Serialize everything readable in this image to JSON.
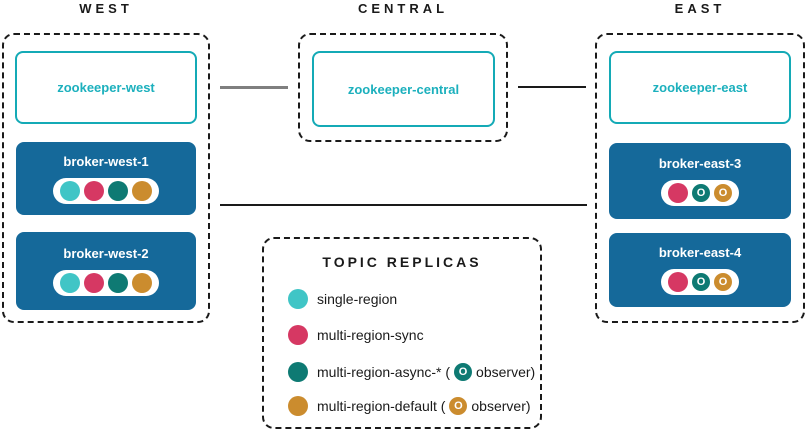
{
  "diagram": {
    "regions": [
      {
        "title": "WEST",
        "zookeeper": "zookeeper-west",
        "brokers": [
          {
            "name": "broker-west-1",
            "dots": [
              {
                "type": "single-region"
              },
              {
                "type": "multi-region-sync"
              },
              {
                "type": "multi-region-async"
              },
              {
                "type": "multi-region-default"
              }
            ]
          },
          {
            "name": "broker-west-2",
            "dots": [
              {
                "type": "single-region"
              },
              {
                "type": "multi-region-sync"
              },
              {
                "type": "multi-region-async"
              },
              {
                "type": "multi-region-default"
              }
            ]
          }
        ]
      },
      {
        "title": "CENTRAL",
        "zookeeper": "zookeeper-central",
        "brokers": []
      },
      {
        "title": "EAST",
        "zookeeper": "zookeeper-east",
        "brokers": [
          {
            "name": "broker-east-3",
            "dots": [
              {
                "type": "multi-region-sync"
              },
              {
                "type": "multi-region-async",
                "letter": "O"
              },
              {
                "type": "multi-region-default",
                "letter": "O"
              }
            ]
          },
          {
            "name": "broker-east-4",
            "dots": [
              {
                "type": "multi-region-sync"
              },
              {
                "type": "multi-region-async",
                "letter": "O"
              },
              {
                "type": "multi-region-default",
                "letter": "O"
              }
            ]
          }
        ]
      }
    ],
    "legend": {
      "title": "TOPIC REPLICAS",
      "items": [
        {
          "type": "single-region",
          "label": "single-region"
        },
        {
          "type": "multi-region-sync",
          "label": "multi-region-sync"
        },
        {
          "type": "multi-region-async",
          "label_prefix": "multi-region-async-* (",
          "badge_letter": "O",
          "label_suffix": "observer)"
        },
        {
          "type": "multi-region-default",
          "label_prefix": "multi-region-default (",
          "badge_letter": "O",
          "label_suffix": "observer)"
        }
      ]
    },
    "colors": {
      "single_region": "#40c5c6",
      "multi_region_sync": "#d63863",
      "multi_region_async": "#0e7a73",
      "multi_region_default": "#cb8c2e",
      "broker_background": "#15699a",
      "zookeeper_teal": "#14aab6",
      "line_gray": "#7f7f7f",
      "line_black": "#1a1a1a"
    }
  }
}
